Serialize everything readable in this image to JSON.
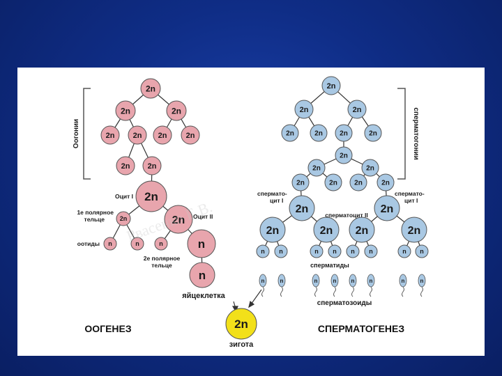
{
  "colors": {
    "background": "#0f2d86",
    "panel": "#ffffff",
    "oogenesis_node": "#e8a5ad",
    "spermatogenesis_node": "#a9c8e3",
    "zygote": "#f2e01a",
    "line": "#333333"
  },
  "icons": [
    "sperm-icon",
    "arrow-icon",
    "bracket-icon"
  ],
  "watermark": "Рвасенко Е.В.",
  "oogenesis": {
    "bracket_label": "Оогонии",
    "oocyte1_label": "Оцит I",
    "oocyte2_label": "Оцит II",
    "polar1_label_line1": "1е полярное",
    "polar1_label_line2": "тельце",
    "ootids_label": "оотиды",
    "polar2_label_line1": "2е полярное",
    "polar2_label_line2": "тельце",
    "egg_label": "яйцеклетка",
    "title": "ООГЕНЕЗ",
    "nodes": {
      "root": "2n",
      "l2a": "2n",
      "l2b": "2n",
      "l3a": "2n",
      "l3b": "2n",
      "l3c": "2n",
      "l3d": "2n",
      "l4a": "2n",
      "l4b": "2n",
      "oocyte1": "2n",
      "polar1": "2n",
      "oocyte2": "2n",
      "ootid1": "n",
      "ootid2": "n",
      "ootid3": "n",
      "egg_pre": "n",
      "egg": "n"
    }
  },
  "spermatogenesis": {
    "bracket_label": "сперматогонии",
    "spermatocyte1_left_line1": "сперматo-",
    "spermatocyte1_left_line2": "цит I",
    "spermatocyte1_right_line1": "спермато-",
    "spermatocyte1_right_line2": "цит I",
    "spermatocyte2_label": "сперматоцит II",
    "spermatids_label": "сперматиды",
    "spermatozoa_label": "сперматозоиды",
    "title": "СПЕРМАТОГЕНЕЗ",
    "nodes": {
      "root": "2n",
      "l2a": "2n",
      "l2b": "2n",
      "l3a": "2n",
      "l3b": "2n",
      "l3c": "2n",
      "l3d": "2n",
      "l4a": "2n",
      "l5a": "2n",
      "l5b": "2n",
      "l6a": "2n",
      "l6b": "2n",
      "l6c": "2n",
      "l6d": "2n",
      "sc1a": "2n",
      "sc1b": "2n",
      "sc2a": "2n",
      "sc2b": "2n",
      "sc2c": "2n",
      "sc2d": "2n",
      "st1": "n",
      "st2": "n",
      "st3": "n",
      "st4": "n",
      "st5": "n",
      "st6": "n",
      "st7": "n",
      "st8": "n",
      "sz1": "n",
      "sz2": "n",
      "sz3": "n",
      "sz4": "n",
      "sz5": "n",
      "sz6": "n",
      "sz7": "n",
      "sz8": "n"
    }
  },
  "zygote": {
    "value": "2n",
    "label": "зигота"
  }
}
